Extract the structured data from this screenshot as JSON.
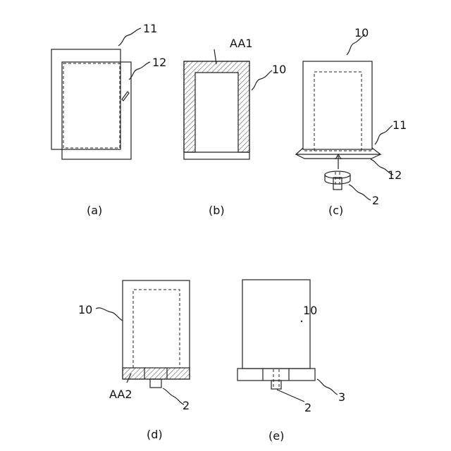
{
  "figure": {
    "a": {
      "caption": "(a)",
      "label_sheet1": "11",
      "label_sheet2": "12"
    },
    "b": {
      "caption": "(b)",
      "label_area": "AA1",
      "label_sheet": "10"
    },
    "c": {
      "caption": "(c)",
      "label_sheet": "10",
      "label_sheet1": "11",
      "label_sheet2": "12",
      "label_spout": "2"
    },
    "d": {
      "caption": "(d)",
      "label_sheet": "10",
      "label_area": "AA2",
      "label_spout": "2"
    },
    "e": {
      "caption": "(e)",
      "label_sheet": "10",
      "label_spout": "2",
      "label_base": "3"
    }
  }
}
